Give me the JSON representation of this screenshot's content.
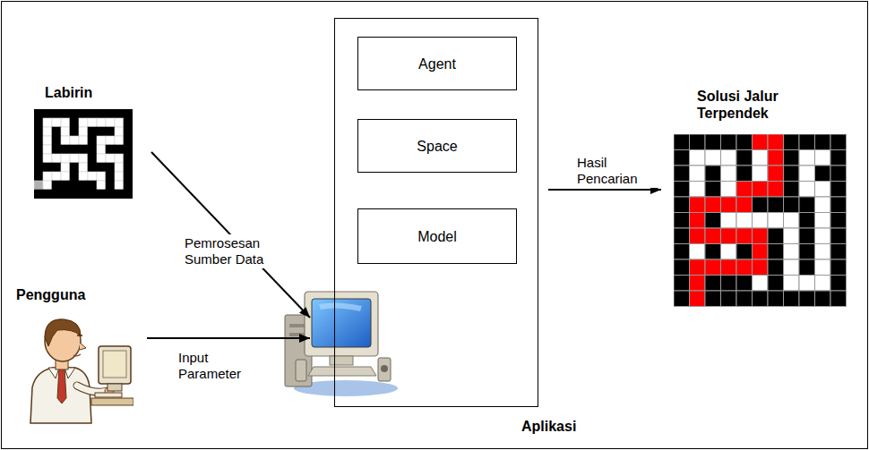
{
  "diagram": {
    "nodes": [
      {
        "text": [
          "Labirin"
        ]
      },
      {
        "text": [
          "Aplikasi"
        ]
      },
      {
        "text": [
          "Agent"
        ],
        "in": 1
      },
      {
        "text": [
          "Space"
        ],
        "in": 1
      },
      {
        "text": [
          "Model"
        ],
        "in": 1
      },
      {
        "text": [
          "Solusi Jalur Terpendek"
        ]
      },
      {
        "text": [
          "Pengguna"
        ]
      }
    ],
    "edges": [
      {
        "from": 0,
        "to": 1,
        "label": "Pemrosesan Sumber Data",
        "arrow": "to"
      },
      {
        "from": 6,
        "to": 1,
        "label": "Input Parameter",
        "arrow": "to"
      },
      {
        "from": 1,
        "to": 5,
        "label": "Hasil Pencarian",
        "arrow": "to"
      }
    ]
  }
}
